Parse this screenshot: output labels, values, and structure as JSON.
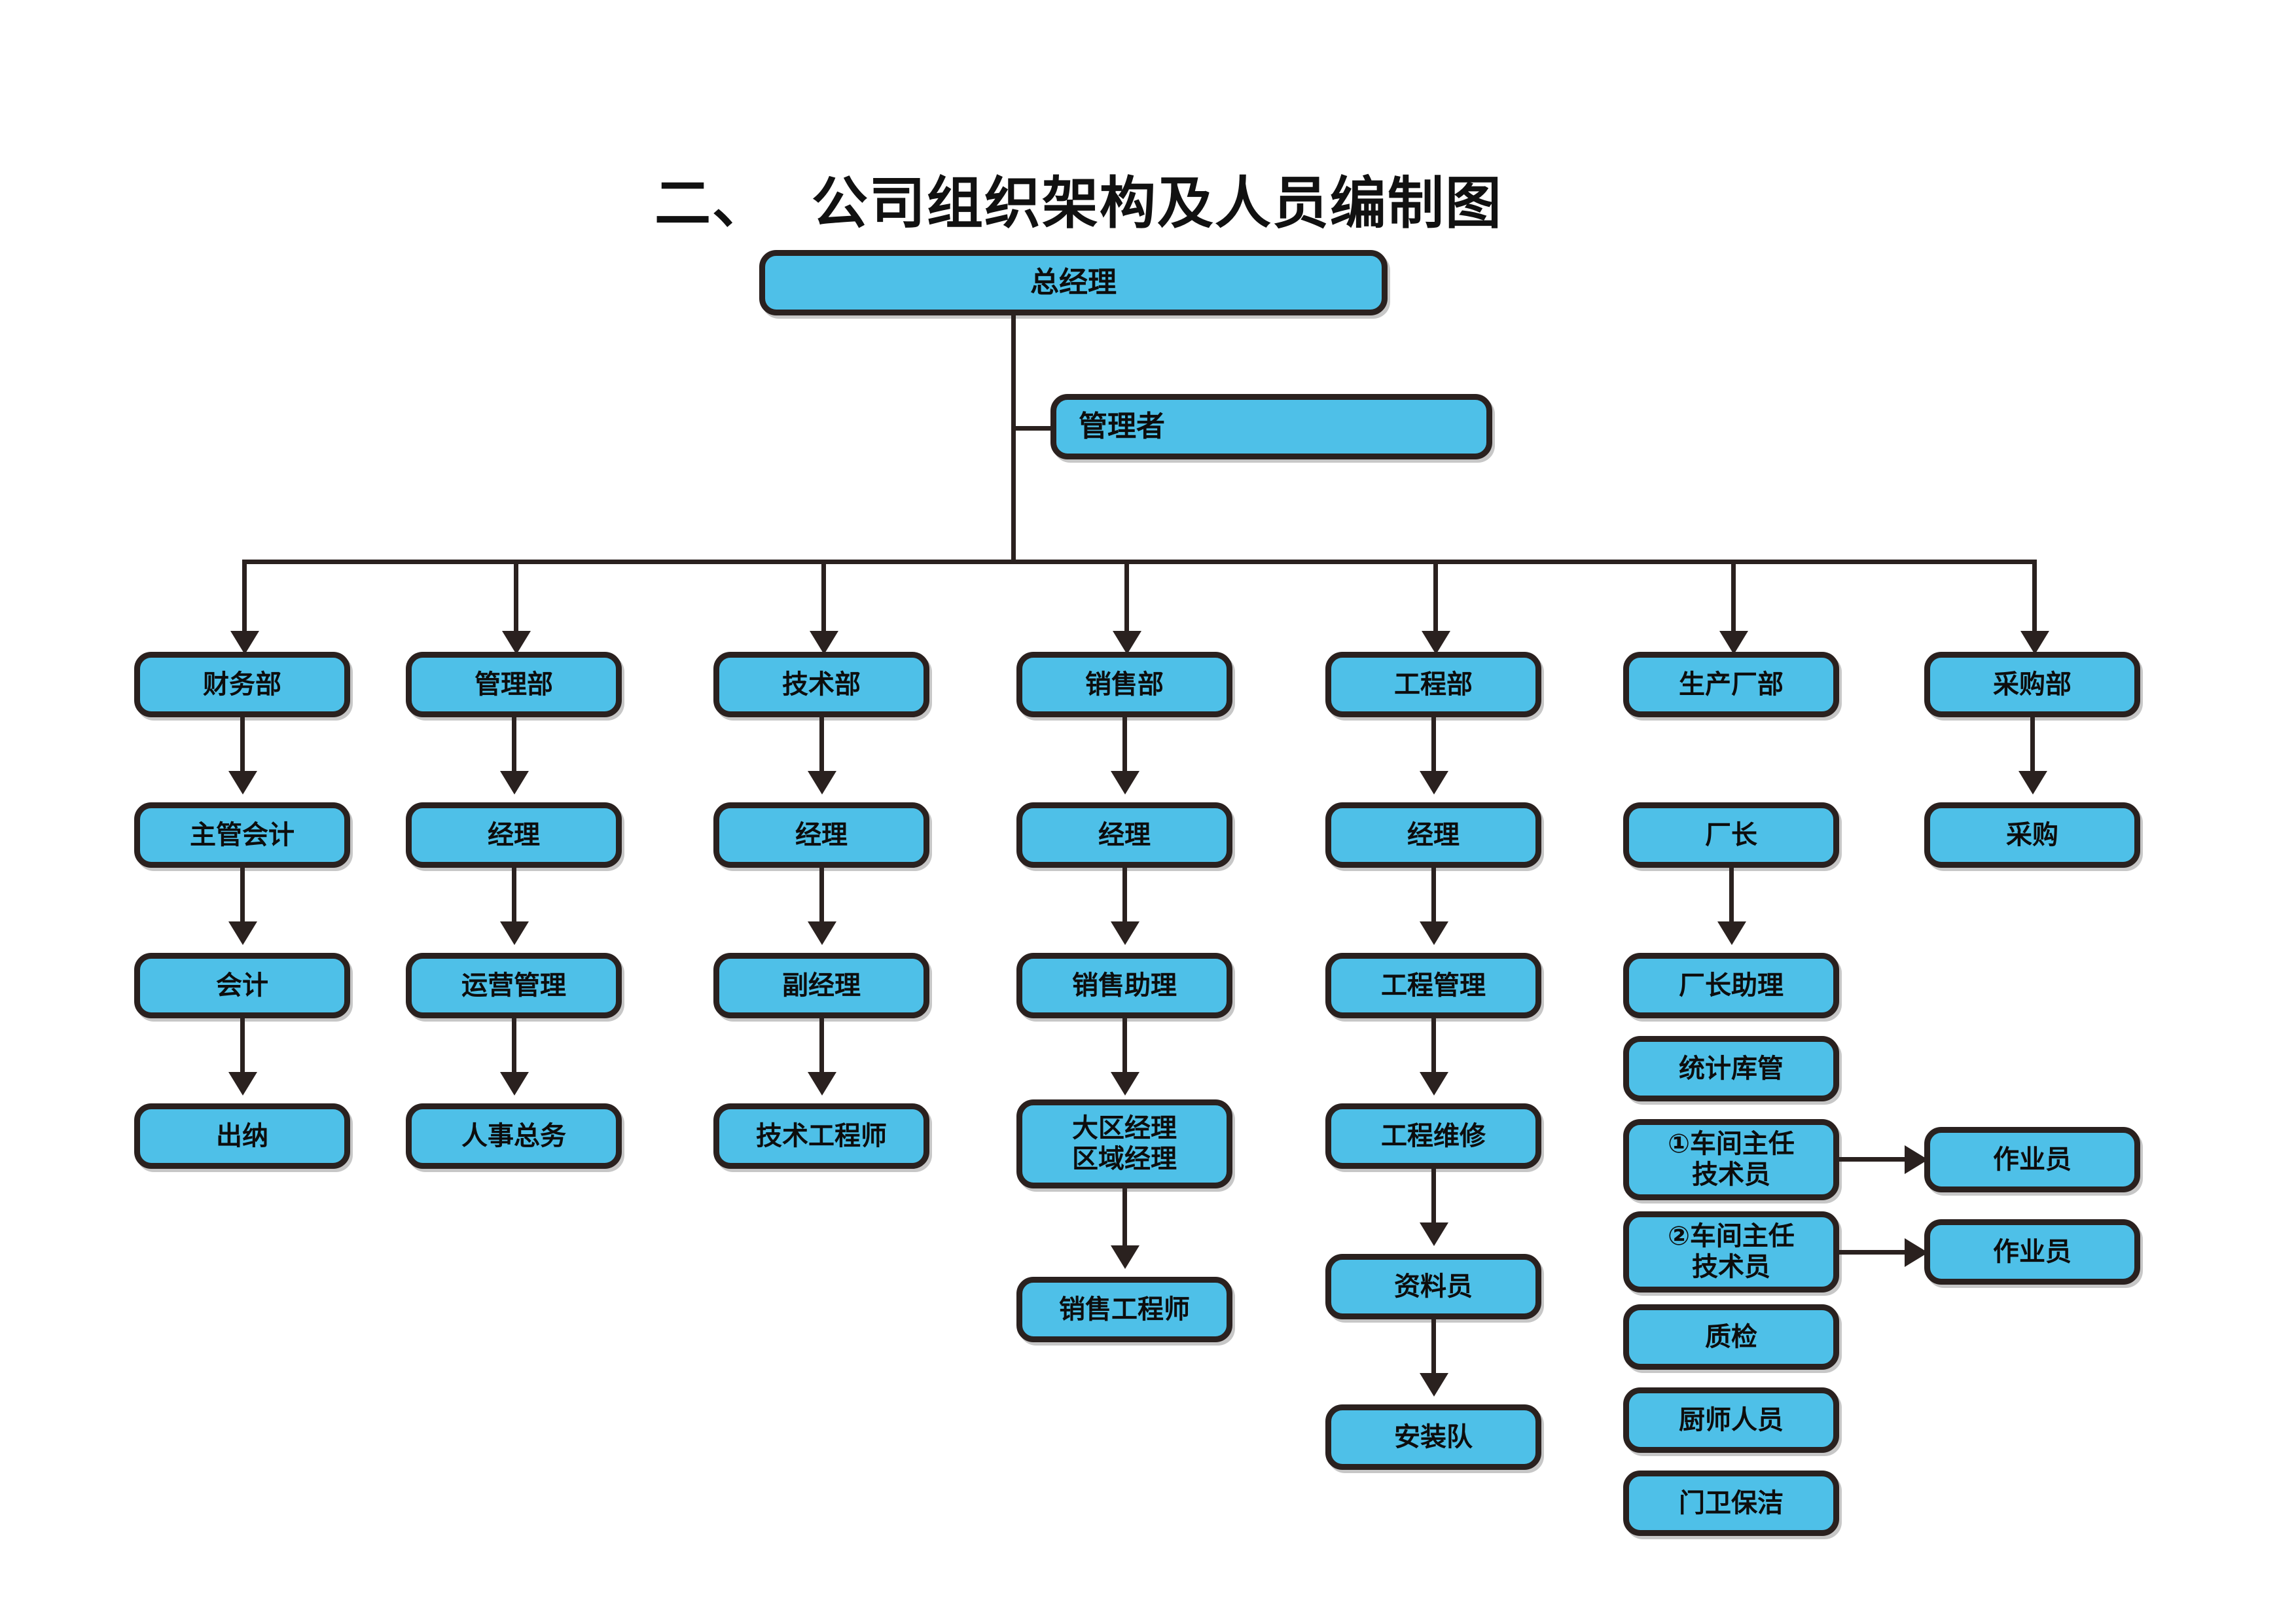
{
  "page": {
    "title": "二、  公司组织架构及人员编制图",
    "background_color": "#ffffff",
    "node_fill_color": "#4EC0E8",
    "node_border_color": "#2A211F",
    "connector_color": "#2A211F"
  },
  "chart_data": {
    "type": "diagram",
    "title": "二、  公司组织架构及人员编制图",
    "top": {
      "general_manager": "总经理",
      "manager": "管理者"
    },
    "columns": [
      {
        "key": "finance",
        "department": "财务部",
        "nodes": [
          "主管会计",
          "会计",
          "出纳"
        ]
      },
      {
        "key": "administration",
        "department": "管理部",
        "nodes": [
          "经理",
          "运营管理",
          "人事总务"
        ]
      },
      {
        "key": "technology",
        "department": "技术部",
        "nodes": [
          "经理",
          "副经理",
          "技术工程师"
        ]
      },
      {
        "key": "sales",
        "department": "销售部",
        "nodes": [
          "经理",
          "销售助理",
          "大区经理\n区域经理",
          "销售工程师"
        ]
      },
      {
        "key": "engineering",
        "department": "工程部",
        "nodes": [
          "经理",
          "工程管理",
          "工程维修",
          "资料员",
          "安装队"
        ]
      },
      {
        "key": "production",
        "department": "生产厂部",
        "nodes": [
          "厂长",
          "厂长助理",
          "统计库管",
          "①车间主任\n技术员",
          "②车间主任\n技术员",
          "质检",
          "厨师人员",
          "门卫保洁"
        ]
      },
      {
        "key": "purchasing",
        "department": "采购部",
        "nodes": [
          "采购"
        ]
      }
    ],
    "side_nodes": [
      "作业员",
      "作业员"
    ]
  },
  "nodes": {
    "general_manager": "总经理",
    "manager": "管理者",
    "dept_finance": "财务部",
    "dept_admin": "管理部",
    "dept_tech": "技术部",
    "dept_sales": "销售部",
    "dept_eng": "工程部",
    "dept_prod": "生产厂部",
    "dept_purch": "采购部",
    "fin_1": "主管会计",
    "fin_2": "会计",
    "fin_3": "出纳",
    "adm_1": "经理",
    "adm_2": "运营管理",
    "adm_3": "人事总务",
    "tec_1": "经理",
    "tec_2": "副经理",
    "tec_3": "技术工程师",
    "sal_1": "经理",
    "sal_2": "销售助理",
    "sal_3_line1": "大区经理",
    "sal_3_line2": "区域经理",
    "sal_4": "销售工程师",
    "eng_1": "经理",
    "eng_2": "工程管理",
    "eng_3": "工程维修",
    "eng_4": "资料员",
    "eng_5": "安装队",
    "pro_1": "厂长",
    "pro_2": "厂长助理",
    "pro_3": "统计库管",
    "pro_4_line1": "①车间主任",
    "pro_4_line2": "技术员",
    "pro_5_line1": "②车间主任",
    "pro_5_line2": "技术员",
    "pro_6": "质检",
    "pro_7": "厨师人员",
    "pro_8": "门卫保洁",
    "pur_1": "采购",
    "worker_1": "作业员",
    "worker_2": "作业员"
  }
}
